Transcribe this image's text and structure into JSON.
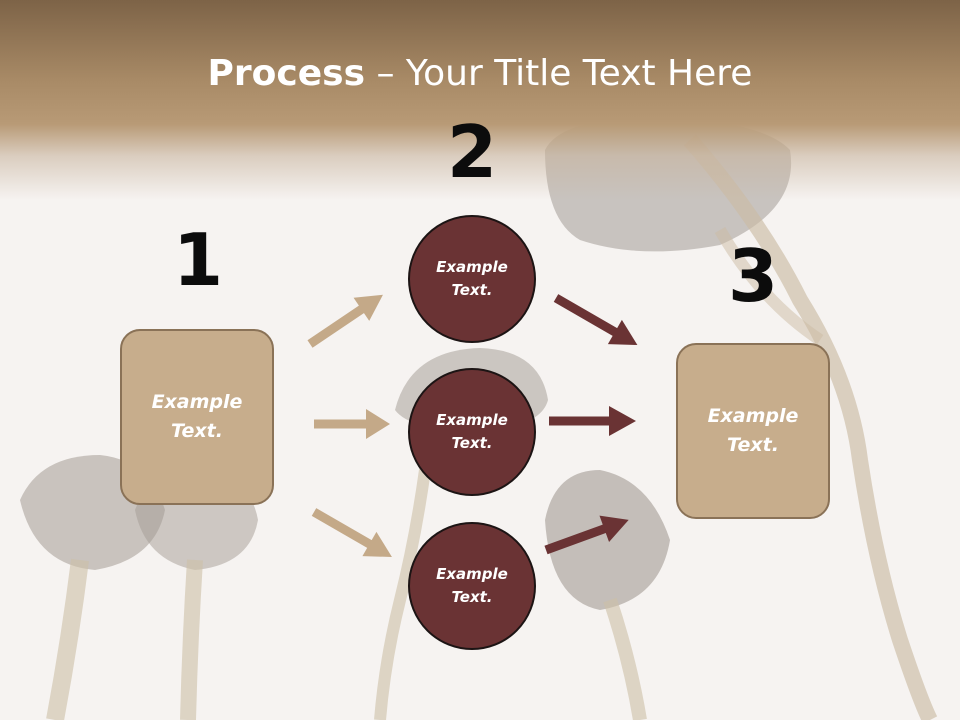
{
  "title": {
    "bold": "Process",
    "rest": " – Your Title Text Here"
  },
  "steps": [
    {
      "number": "1",
      "label": "Example Text."
    },
    {
      "number": "2",
      "label": "Example Text."
    },
    {
      "number": "3",
      "label": "Example Text."
    }
  ],
  "circles": [
    {
      "label": "Example Text."
    },
    {
      "label": "Example Text."
    },
    {
      "label": "Example Text."
    }
  ],
  "colors": {
    "header": "#a88a66",
    "box_fill": "#c7ad8c",
    "circle_fill": "#6a3334",
    "arrow_light": "#c4a988",
    "arrow_dark": "#6a3334"
  },
  "background_image": "mushrooms-photo"
}
